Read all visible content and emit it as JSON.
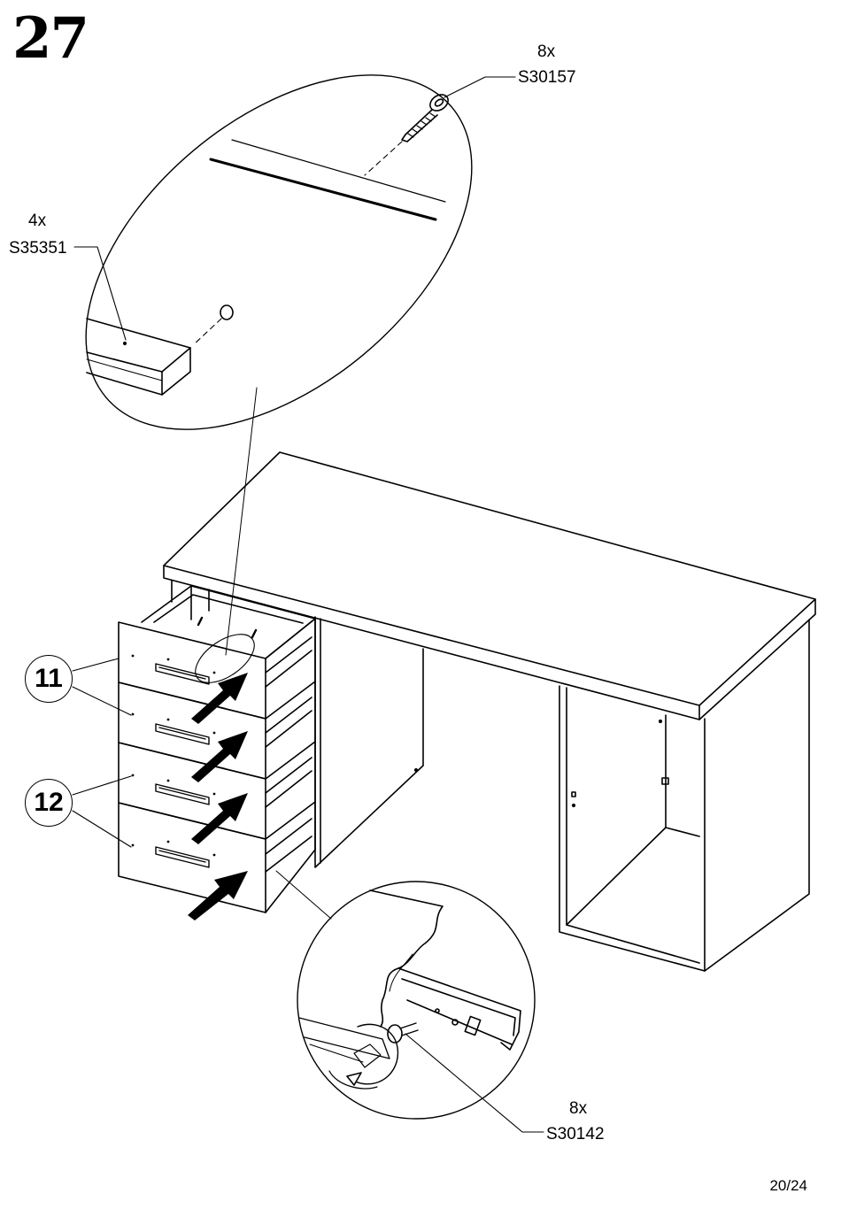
{
  "step_number": "27",
  "callouts": {
    "screw_top": {
      "qty": "8x",
      "code": "S30157"
    },
    "wood_block": {
      "qty": "4x",
      "code": "S35351"
    },
    "screw_runner": {
      "qty": "8x",
      "code": "S30142"
    }
  },
  "badges": {
    "drawer_upper": "11",
    "drawer_lower": "12"
  },
  "page_number": "20/24"
}
